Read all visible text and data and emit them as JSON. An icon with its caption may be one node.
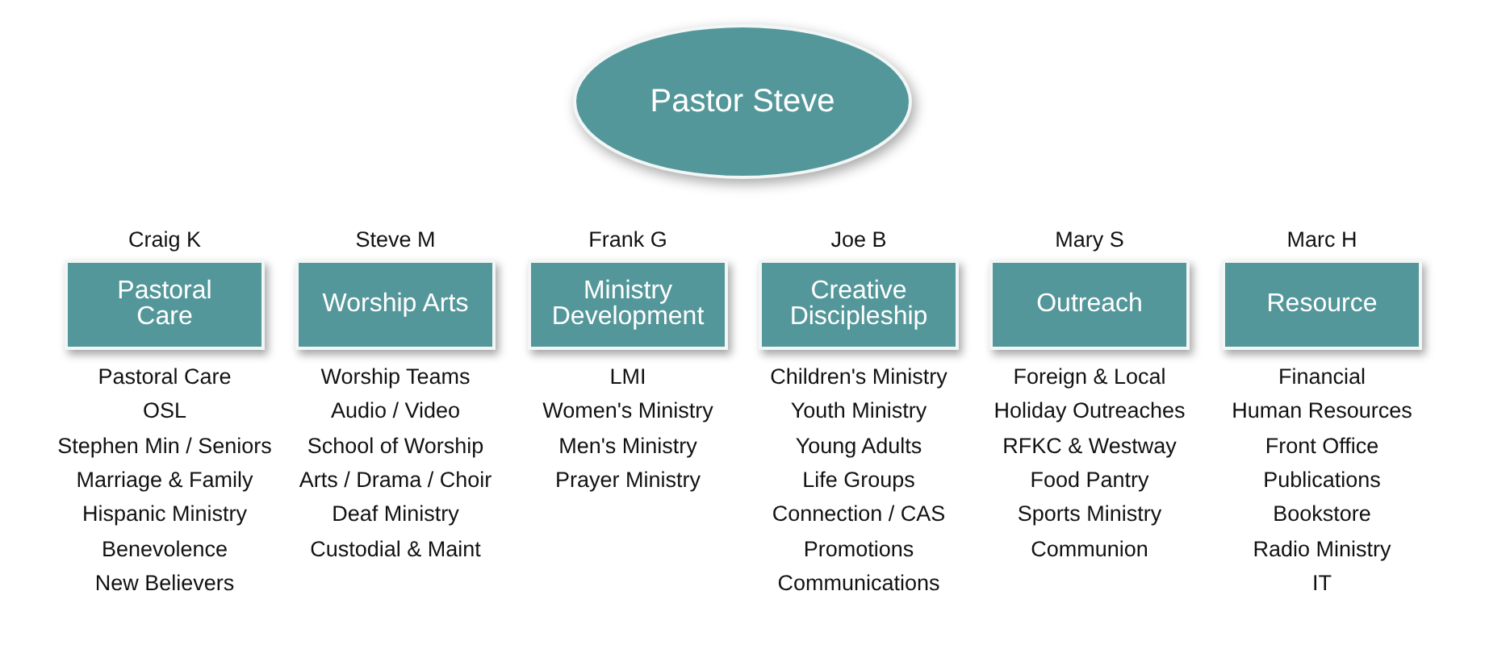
{
  "diagram": {
    "nodes": [
      {
        "text": [
          "Pastor Steve"
        ]
      },
      {
        "text": [
          "Pastoral Care"
        ],
        "beside": [
          "Craig K",
          "Pastoral Care",
          "OSL",
          "Stephen Min / Seniors",
          "Marriage & Family",
          "Hispanic Ministry",
          "Benevolence",
          "New Believers"
        ]
      },
      {
        "text": [
          "Worship Arts"
        ],
        "beside": [
          "Steve M",
          "Worship Teams",
          "Audio / Video",
          "School of Worship",
          "Arts / Drama / Choir",
          "Deaf Ministry",
          "Custodial & Maint"
        ]
      },
      {
        "text": [
          "Ministry Development"
        ],
        "beside": [
          "Frank G",
          "LMI",
          "Women's Ministry",
          "Men's Ministry",
          "Prayer Ministry"
        ]
      },
      {
        "text": [
          "Creative Discipleship"
        ],
        "beside": [
          "Joe B",
          "Children's Ministry",
          "Youth Ministry",
          "Young Adults",
          "Life Groups",
          "Connection / CAS",
          "Promotions",
          "Communications"
        ]
      },
      {
        "text": [
          "Outreach"
        ],
        "beside": [
          "Mary S",
          "Foreign & Local",
          "Holiday Outreaches",
          "RFKC & Westway",
          "Food Pantry",
          "Sports Ministry",
          "Communion"
        ]
      },
      {
        "text": [
          "Resource"
        ],
        "beside": [
          "Marc H",
          "Financial",
          "Human Resources",
          "Front Office",
          "Publications",
          "Bookstore",
          "Radio Ministry",
          "IT"
        ]
      }
    ]
  }
}
